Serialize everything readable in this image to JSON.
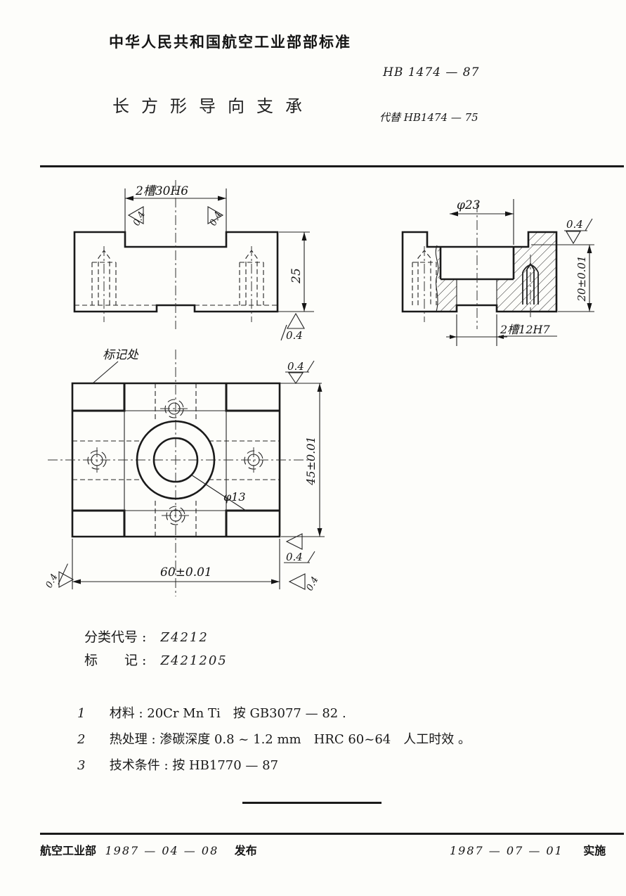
{
  "header": {
    "authority": "中华人民共和国航空工业部部标准",
    "standard_no": "HB 1474 — 87",
    "title": "长方形导向支承",
    "replaces": "代替 HB1474 — 75"
  },
  "views": {
    "front": {
      "slot_dim": "2槽30H6",
      "roughness": "0.4",
      "height_dim": "25"
    },
    "section": {
      "bore_dim": "φ23",
      "roughness": "0.4",
      "depth_dim": "20±0.01",
      "slot_dim": "2槽12H7"
    },
    "plan": {
      "mark_label": "标记处",
      "roughness": "0.4",
      "hole_dim": "φ13",
      "height_dim": "45±0.01",
      "width_dim": "60±0.01"
    }
  },
  "codes": {
    "class_label": "分类代号 :",
    "class_value": "Z4212",
    "mark_label": "标　　记 :",
    "mark_value": "Z421205"
  },
  "notes": [
    {
      "no": "1",
      "text": "材料 : 20Cr Mn Ti　按 GB3077 — 82 ."
    },
    {
      "no": "2",
      "text": "热处理 : 渗碳深度 0.8 ~ 1.2 mm　HRC 60~64　人工时效 。"
    },
    {
      "no": "3",
      "text": "技术条件 : 按 HB1770 — 87"
    }
  ],
  "footer": {
    "org": "航空工业部",
    "issue_date": "1987 — 04 — 08",
    "issue_label": "发布",
    "impl_date": "1987 — 07 — 01",
    "impl_label": "实施"
  }
}
